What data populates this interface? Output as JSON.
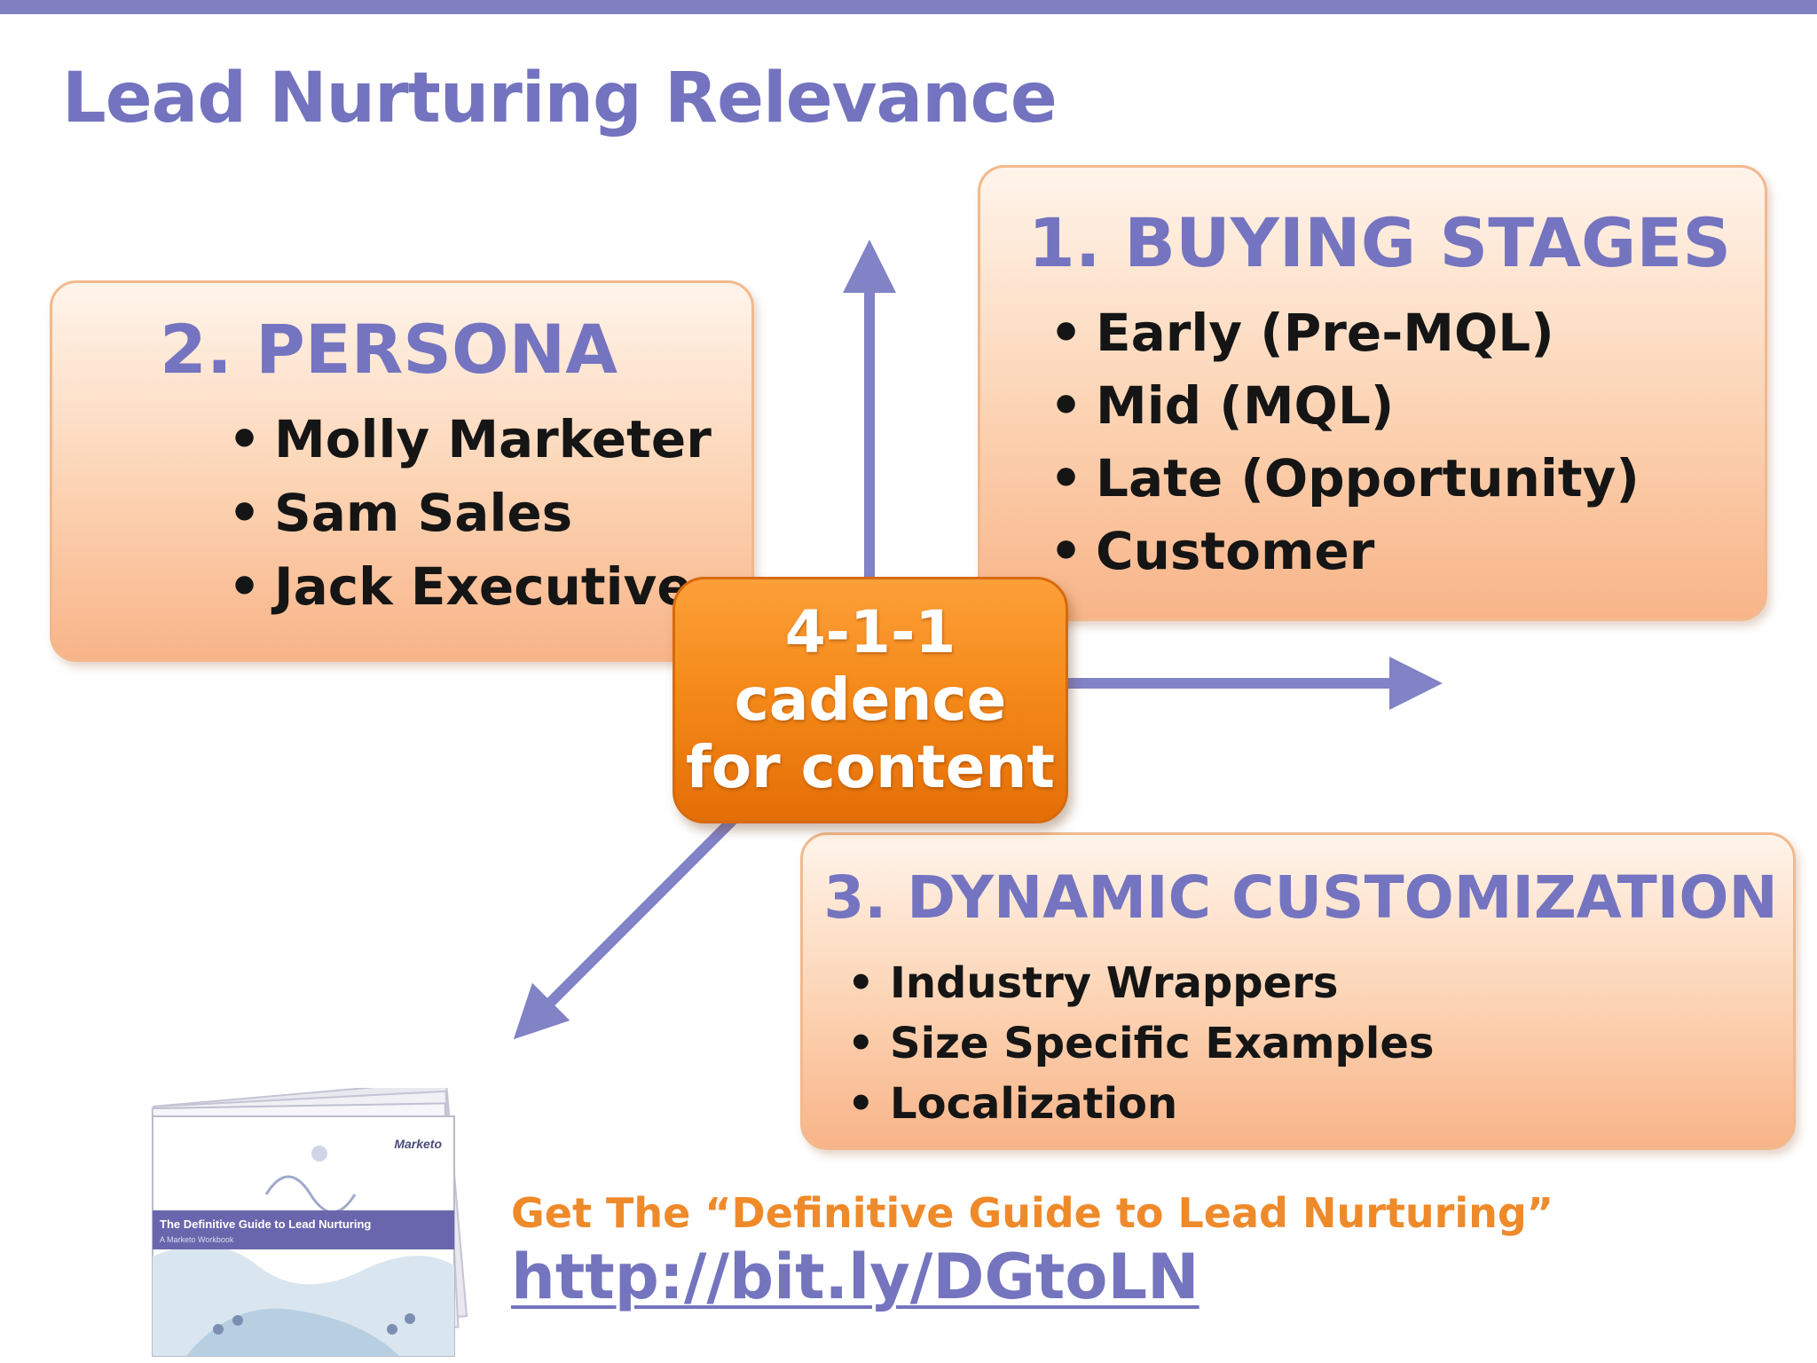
{
  "title": "Lead Nurturing Relevance",
  "colors": {
    "accent_purple": "#7373bf",
    "card_peach": "#fcd3b3",
    "hub_orange": "#f58a1a",
    "promo_orange": "#ef8a2a"
  },
  "cards": {
    "persona": {
      "title": "2. PERSONA",
      "items": [
        "Molly Marketer",
        "Sam Sales",
        "Jack Executive"
      ]
    },
    "buying": {
      "title": "1. BUYING STAGES",
      "items": [
        "Early (Pre-MQL)",
        "Mid (MQL)",
        "Late (Opportunity)",
        "Customer"
      ]
    },
    "dynamic": {
      "title": "3. DYNAMIC CUSTOMIZATION",
      "items": [
        "Industry Wrappers",
        "Size Specific Examples",
        "Localization"
      ]
    }
  },
  "hub": {
    "label": "4-1-1\ncadence\nfor content"
  },
  "guide": {
    "brand": "Marketo",
    "cover_title": "The Definitive Guide to Lead Nurturing",
    "cover_subtitle": "A Marketo Workbook"
  },
  "promo": {
    "text": "Get The “Definitive Guide to Lead Nurturing”",
    "link": "http://bit.ly/DGtoLN"
  }
}
